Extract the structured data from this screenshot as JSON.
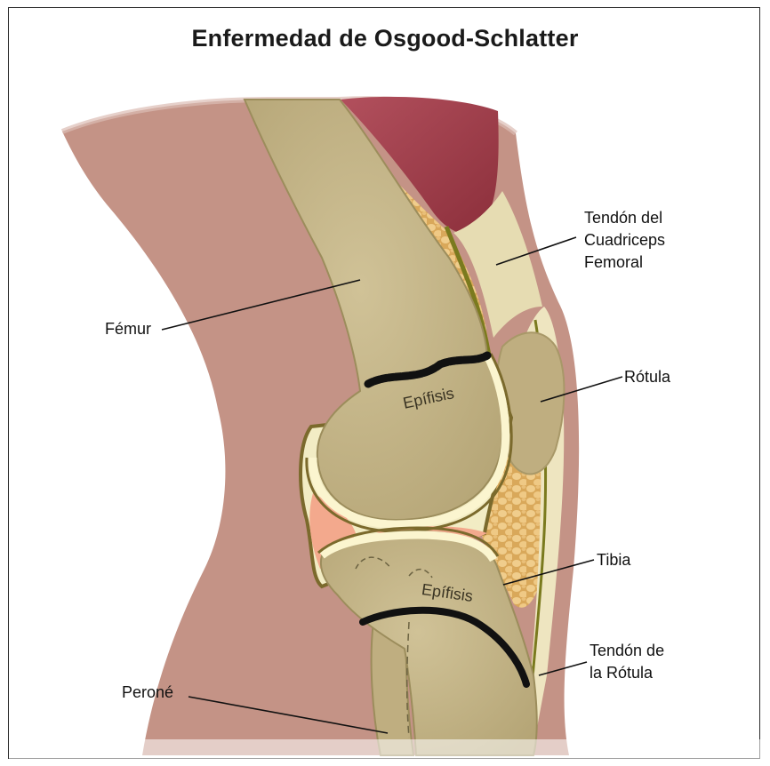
{
  "title": "Enfermedad de Osgood-Schlatter",
  "labels": {
    "quad_tendon_1": "Tendón del",
    "quad_tendon_2": "Cuadriceps",
    "quad_tendon_3": "Femoral",
    "femur": "Fémur",
    "patella": "Rótula",
    "tibia": "Tibia",
    "patellar_tendon_1": "Tendón de",
    "patellar_tendon_2": "la Rótula",
    "fibula": "Peroné",
    "femur_epiphysis": "Epífisis",
    "tibia_epiphysis": "Epífisis"
  },
  "colors": {
    "skin": "#c49386",
    "bone": "#c7b98c",
    "muscle": "#9e3b48",
    "fat": "#e2b86a",
    "cartilage": "#fbf5cf",
    "synovial": "#f3a98d",
    "growth_plate": "#111111",
    "tendon": "#ece3bd"
  }
}
